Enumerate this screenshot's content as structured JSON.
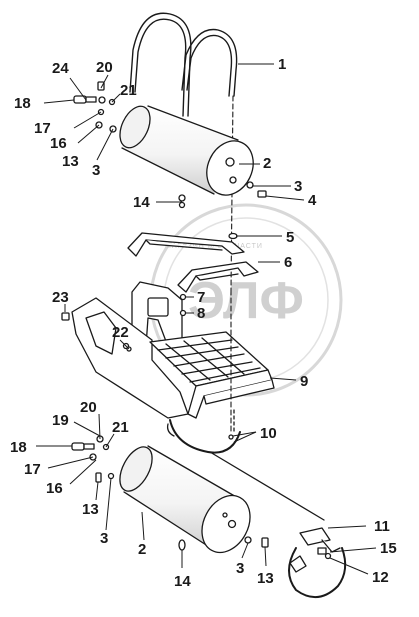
{
  "watermark": {
    "brand_text": "ЭЛФ",
    "shop_text": "МАГАЗИН ◎ ЗАПЧАСТИ"
  },
  "callouts": {
    "c1": "1",
    "c2a": "2",
    "c3a": "3",
    "c4": "4",
    "c3b": "3",
    "c13a": "13",
    "c16a": "16",
    "c17a": "17",
    "c18a": "18",
    "c24": "24",
    "c20a": "20",
    "c21a": "21",
    "c14a": "14",
    "c5": "5",
    "c6": "6",
    "c7": "7",
    "c8": "8",
    "c23": "23",
    "c22": "22",
    "c9": "9",
    "c10": "10",
    "c19": "19",
    "c20b": "20",
    "c21b": "21",
    "c18b": "18",
    "c17b": "17",
    "c16b": "16",
    "c13b": "13",
    "c3c": "3",
    "c2b": "2",
    "c14b": "14",
    "c3d": "3",
    "c13c": "13",
    "c11": "11",
    "c15": "15",
    "c12": "12"
  },
  "colors": {
    "line": "#1a1a1a",
    "fill": "#ffffff",
    "shade": "#e6e6e6",
    "watermark": "#d0d0d0"
  }
}
